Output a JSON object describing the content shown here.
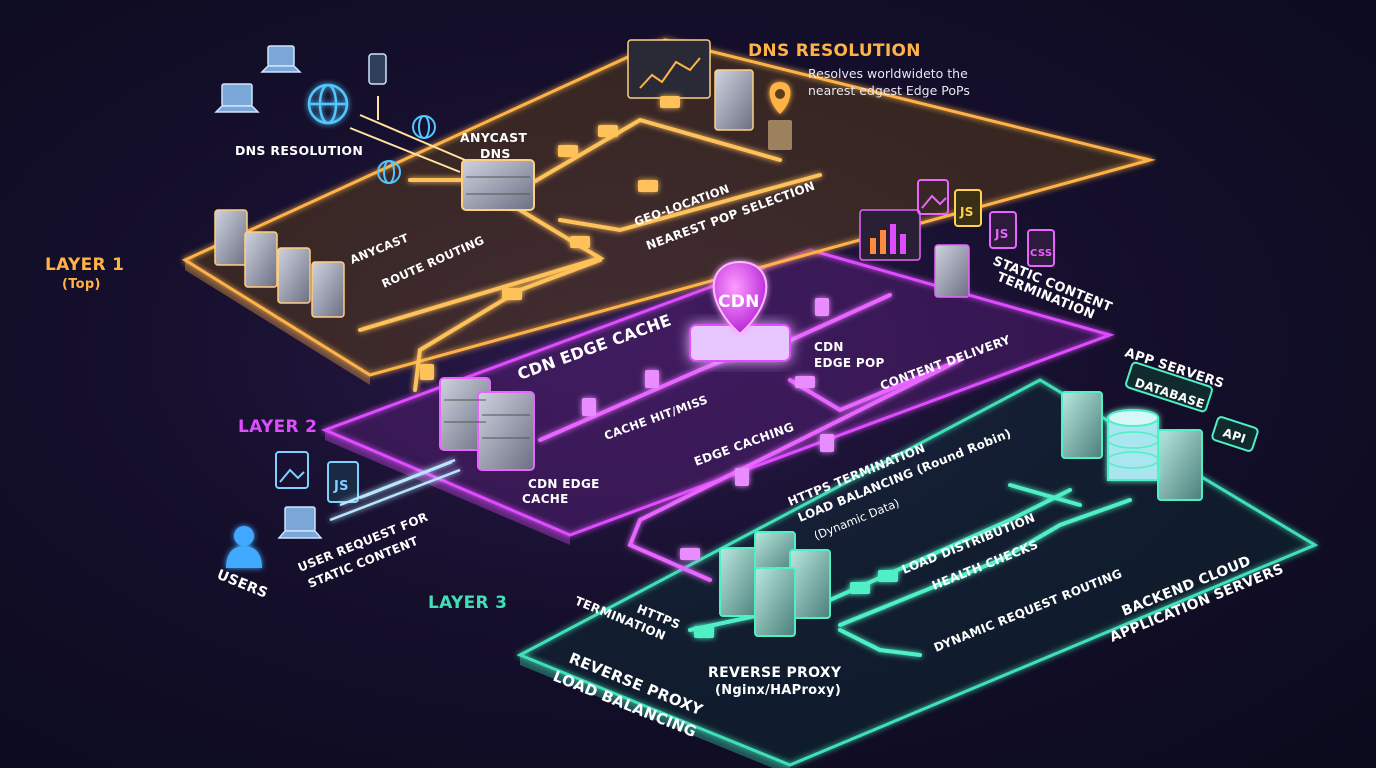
{
  "layers": {
    "layer1": {
      "title": "LAYER 1",
      "subtitle": "(Top)"
    },
    "layer2": {
      "title": "LAYER 2"
    },
    "layer3": {
      "title": "LAYER 3"
    }
  },
  "dns": {
    "heading": "DNS RESOLUTION",
    "desc_line1": "Resolves worldwideto the",
    "desc_line2": "nearest edgest Edge PoPs",
    "left_label": "DNS RESOLUTION",
    "anycast_dns_1": "ANYCAST",
    "anycast_dns_2": "DNS",
    "anycast": "ANYCAST",
    "route_routing": "ROUTE ROUTING",
    "geo_location": "GEO-LOCATION",
    "nearest_pop": "NEAREST POP SELECTION"
  },
  "cdn": {
    "pin_label": "CDN",
    "edge_cache_title": "CDN EDGE CACHE",
    "edge_pop_1": "CDN",
    "edge_pop_2": "EDGE POP",
    "content_delivery": "CONTENT DELIVERY",
    "cache_hit_miss": "CACHE HIT/MISS",
    "edge_caching": "EDGE CACHING",
    "edge_cache_node_1": "CDN EDGE",
    "edge_cache_node_2": "CACHE",
    "static_1": "STATIC CONTENT",
    "static_2": "TERMINATION",
    "file_js": "JS",
    "file_css": "CSS"
  },
  "users": {
    "label": "USERS",
    "request_1": "USER REQUEST FOR",
    "request_2": "STATIC CONTENT",
    "file_js": "JS"
  },
  "backend": {
    "app_servers": "APP SERVERS",
    "database": "DATABASE",
    "api": "API",
    "https_termination": "HTTPS TERMINATION",
    "load_balancing": "LOAD BALANCING (Round Robin)",
    "dynamic_data": "(Dynamic Data)",
    "load_distribution": "LOAD DISTRIBUTION",
    "health_checks": "HEALTH CHECKS",
    "dynamic_routing": "DYNAMIC REQUEST ROUTING",
    "backend_1": "BACKEND CLOUD",
    "backend_2": "APPLICATION SERVERS",
    "https_1": "HTTPS",
    "https_2": "TERMINATION",
    "reverse_proxy": "REVERSE PROXY",
    "reverse_proxy_sub": "(Nginx/HAProxy)",
    "rp_lb_1": "REVERSE PROXY",
    "rp_lb_2": "LOAD BALANCING"
  },
  "colors": {
    "orange": "#ffb347",
    "magenta": "#e04cff",
    "teal": "#3fe0b8"
  }
}
